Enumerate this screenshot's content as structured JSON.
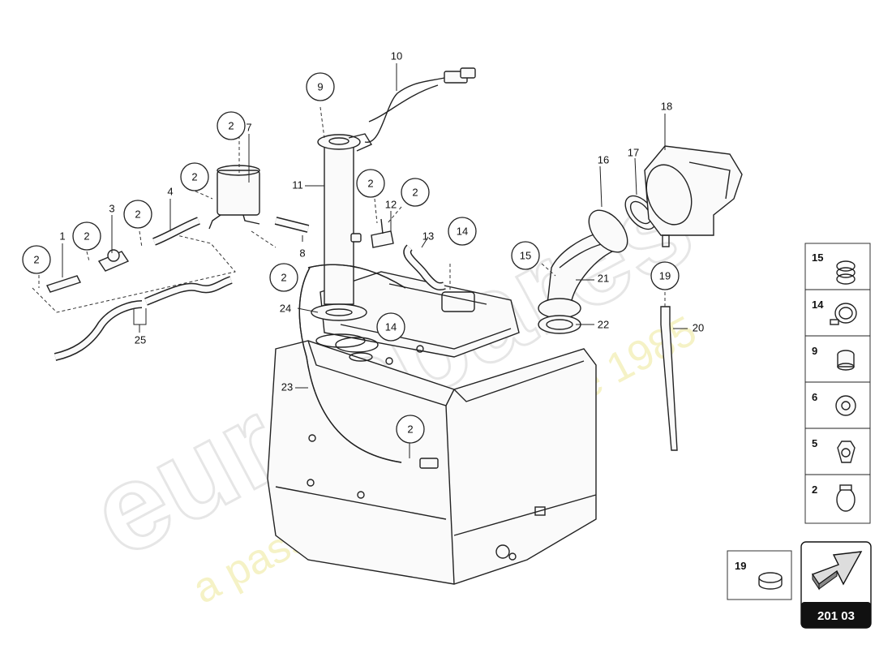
{
  "watermark": {
    "brand": "eurospares",
    "tagline": "a passion for parts since 1985"
  },
  "callouts": {
    "c1": "1",
    "c2a": "2",
    "c2b": "2",
    "c2c": "2",
    "c2d": "2",
    "c2e": "2",
    "c2f": "2",
    "c2g": "2",
    "c2h": "2",
    "c3": "3",
    "c4": "4",
    "c7": "7",
    "c8": "8",
    "c9": "9",
    "c10": "10",
    "c11": "11",
    "c12": "12",
    "c13": "13",
    "c14a": "14",
    "c14b": "14",
    "c15": "15",
    "c16": "16",
    "c17": "17",
    "c18": "18",
    "c19": "19",
    "c20": "20",
    "c21": "21",
    "c22": "22",
    "c23": "23",
    "c24": "24",
    "c25": "25"
  },
  "legend": {
    "items": [
      {
        "num": "15",
        "icon": "spring-clamp-icon"
      },
      {
        "num": "14",
        "icon": "hose-clip-icon"
      },
      {
        "num": "9",
        "icon": "nut-icon"
      },
      {
        "num": "6",
        "icon": "washer-icon"
      },
      {
        "num": "5",
        "icon": "hex-nut-icon"
      },
      {
        "num": "2",
        "icon": "clamp-icon"
      }
    ],
    "extra": {
      "num": "19",
      "icon": "band-clamp-icon"
    }
  },
  "reference": {
    "code": "201 03",
    "icon": "arrow-icon"
  }
}
